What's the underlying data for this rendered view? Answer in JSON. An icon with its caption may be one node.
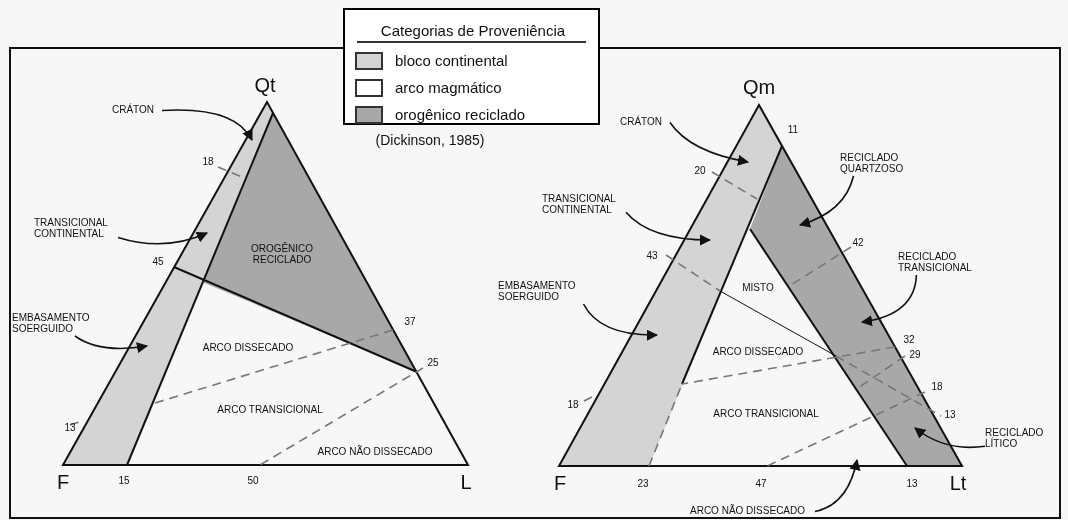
{
  "diagram": {
    "nodes": [
      {
        "text": [
          "CRÁTON"
        ]
      },
      {
        "text": [
          "TRANSICIONAL CONTINENTAL"
        ]
      },
      {
        "text": [
          "EMBASAMENTO SOERGUIDO"
        ]
      },
      {
        "text": [
          "CRÁTON"
        ]
      },
      {
        "text": [
          "RECICLADO QUARTZOSO"
        ]
      },
      {
        "text": [
          "TRANSICIONAL CONTINENTAL"
        ]
      },
      {
        "text": [
          "RECICLADO TRANSICIONAL"
        ]
      },
      {
        "text": [
          "EMBASAMENTO SOERGUIDO"
        ]
      },
      {
        "text": [
          "RECICLADO LÍTICO"
        ]
      },
      {
        "text": [
          "ARCO NÃO DISSECADO"
        ]
      }
    ],
    "edges": [
      {
        "from": 0,
        "to": null,
        "arrow": "to"
      },
      {
        "from": 1,
        "to": null,
        "arrow": "to"
      },
      {
        "from": 2,
        "to": null,
        "arrow": "to"
      },
      {
        "from": 3,
        "to": null,
        "arrow": "to"
      },
      {
        "from": 4,
        "to": null,
        "arrow": "to"
      },
      {
        "from": 5,
        "to": null,
        "arrow": "to"
      },
      {
        "from": 6,
        "to": null,
        "arrow": "to"
      },
      {
        "from": 7,
        "to": null,
        "arrow": "to"
      },
      {
        "from": 8,
        "to": null,
        "arrow": "to"
      },
      {
        "from": 9,
        "to": null,
        "arrow": "to"
      }
    ],
    "labels": [
      "Categorias de Proveniência",
      "(Dickinson, 1985)",
      "Qt",
      "18",
      "45",
      "13",
      "F",
      "15",
      "50",
      "L",
      "37",
      "25",
      "OROGÊNICO RECICLADO",
      "ARCO DISSECADO",
      "ARCO TRANSICIONAL",
      "ARCO NÃO DISSECADO",
      "Qm",
      "11",
      "20",
      "42",
      "43",
      "32",
      "29",
      "18",
      "13",
      "18",
      "F",
      "23",
      "47",
      "13",
      "Lt",
      "MISTO",
      "ARCO DISSECADO",
      "ARCO TRANSICIONAL"
    ],
    "legend": [
      {
        "text": "bloco continental",
        "color": "#d4d4d4"
      },
      {
        "text": "arco magmático",
        "color": "#ffffff"
      },
      {
        "text": "orogênico reciclado",
        "color": "#a8a8a8"
      }
    ]
  }
}
